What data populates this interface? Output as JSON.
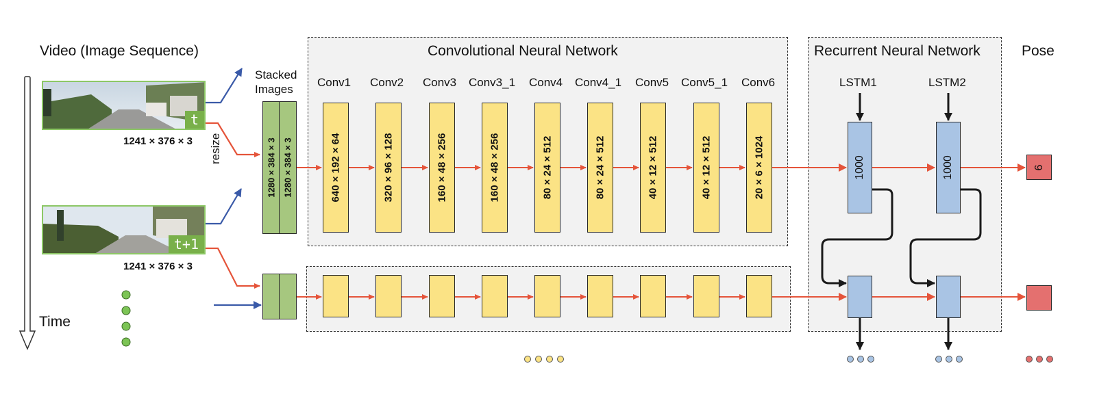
{
  "titles": {
    "video": "Video (Image Sequence)",
    "cnn": "Convolutional Neural Network",
    "rnn": "Recurrent Neural Network",
    "pose": "Pose",
    "time": "Time"
  },
  "frames": [
    {
      "badge": "t",
      "dims": "1241 × 376 × 3"
    },
    {
      "badge": "t+1",
      "dims": "1241 × 376 × 3"
    }
  ],
  "resize_label": "resize",
  "stacked": {
    "label_line1": "Stacked",
    "label_line2": "Images",
    "dims_a": "1280 × 384 × 3",
    "dims_b": "1280 × 384 × 3"
  },
  "conv_layers": [
    {
      "name": "Conv1",
      "dims": "640 × 192 × 64"
    },
    {
      "name": "Conv2",
      "dims": "320 × 96 × 128"
    },
    {
      "name": "Conv3",
      "dims": "160 × 48 × 256"
    },
    {
      "name": "Conv3_1",
      "dims": "160 × 48 × 256"
    },
    {
      "name": "Conv4",
      "dims": "80 × 24 × 512"
    },
    {
      "name": "Conv4_1",
      "dims": "80 × 24 × 512"
    },
    {
      "name": "Conv5",
      "dims": "40 × 12 × 512"
    },
    {
      "name": "Conv5_1",
      "dims": "40 × 12 × 512"
    },
    {
      "name": "Conv6",
      "dims": "20 × 6 × 1024"
    }
  ],
  "lstm_layers": [
    {
      "name": "LSTM1",
      "units": "1000"
    },
    {
      "name": "LSTM2",
      "units": "1000"
    }
  ],
  "pose_output": "6",
  "colors": {
    "conv": "#fbe385",
    "stack": "#a6c77f",
    "lstm": "#a9c4e4",
    "pose": "#e4706f",
    "red_arrow": "#e5543a",
    "blue_arrow": "#3a5aa8",
    "frame_border": "#8cc765"
  }
}
